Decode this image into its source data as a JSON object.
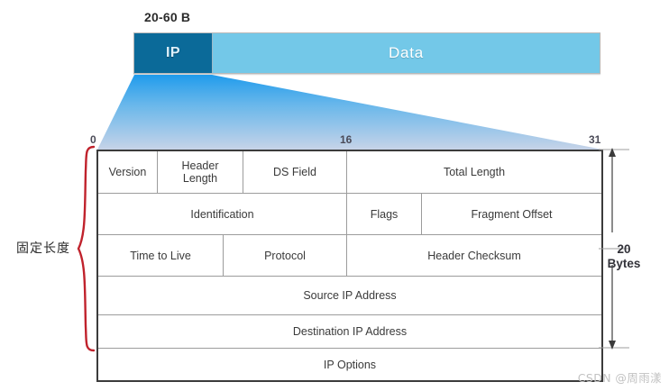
{
  "title": "IP Datagram Header Format Diagram",
  "packet": {
    "size_label": "20-60 B",
    "segments": [
      {
        "name": "ip",
        "label": "IP",
        "color": "#0b6a99",
        "text_color": "#dff1fb"
      },
      {
        "name": "data",
        "label": "Data",
        "color": "#73c8e8",
        "text_color": "#ffffff"
      }
    ]
  },
  "ruler": {
    "ticks": [
      {
        "label": "0",
        "bit": 0
      },
      {
        "label": "16",
        "bit": 16
      },
      {
        "label": "31",
        "bit": 31
      }
    ]
  },
  "header_table": {
    "rows": [
      {
        "name": "row-1",
        "cells": [
          {
            "name": "cell-version",
            "label": "Version",
            "bits": 4
          },
          {
            "name": "cell-header-length",
            "label": "Header\nLength",
            "bits": 4
          },
          {
            "name": "cell-ds-field",
            "label": "DS Field",
            "bits": 8
          },
          {
            "name": "cell-total-length",
            "label": "Total Length",
            "bits": 16
          }
        ]
      },
      {
        "name": "row-2",
        "cells": [
          {
            "name": "cell-identification",
            "label": "Identification",
            "bits": 16
          },
          {
            "name": "cell-flags",
            "label": "Flags",
            "bits": 3
          },
          {
            "name": "cell-fragment-offset",
            "label": "Fragment Offset",
            "bits": 13
          }
        ]
      },
      {
        "name": "row-3",
        "cells": [
          {
            "name": "cell-time-to-live",
            "label": "Time to Live",
            "bits": 8
          },
          {
            "name": "cell-protocol",
            "label": "Protocol",
            "bits": 8
          },
          {
            "name": "cell-header-checksum",
            "label": "Header Checksum",
            "bits": 16
          }
        ]
      },
      {
        "name": "row-4",
        "cells": [
          {
            "name": "cell-source-ip-address",
            "label": "Source IP Address",
            "bits": 32
          }
        ]
      },
      {
        "name": "row-5",
        "cells": [
          {
            "name": "cell-destination-ip-address",
            "label": "Destination IP Address",
            "bits": 32
          }
        ]
      },
      {
        "name": "row-6",
        "cells": [
          {
            "name": "cell-ip-options",
            "label": "IP  Options",
            "bits": 32
          }
        ]
      }
    ]
  },
  "annotations": {
    "fixed_length_label": "固定长度",
    "fixed_length_color": "#c0222c",
    "size_dimension_label": "20\nBytes"
  },
  "watermark": "CSDN @周雨漾",
  "colors": {
    "ip_block": "#0b6a99",
    "data_block": "#73c8e8",
    "funnel_top": "#2aa2ee",
    "funnel_bottom": "#c3d0e6",
    "table_border": "#3b3b3b",
    "grid_line": "#9c9c9c",
    "brace_red": "#c0222c",
    "watermark_grey": "#c2c2c2"
  }
}
